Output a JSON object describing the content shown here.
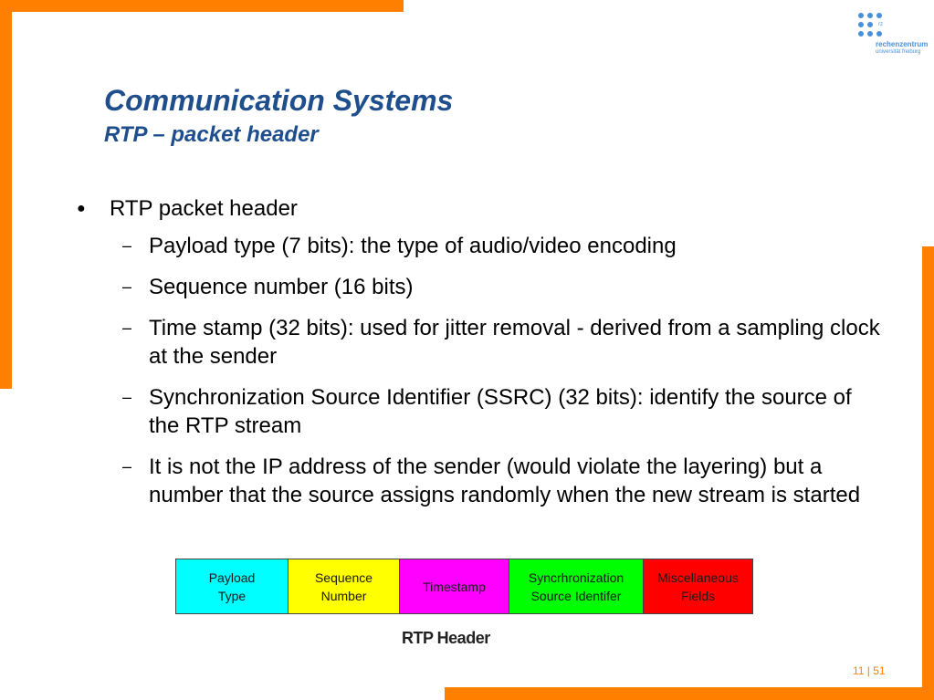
{
  "slide": {
    "title": "Communication Systems",
    "subtitle": "RTP – packet header",
    "bullet": "RTP packet header",
    "sub_bullets": [
      "Payload type (7 bits): the type of audio/video encoding",
      "Sequence number (16 bits)",
      "Time stamp (32 bits): used for jitter removal - derived from a sampling clock at the sender",
      "Synchronization Source Identifier (SSRC) (32 bits): identify the source of the RTP stream",
      "It is not the IP address of the sender (would violate the layering) but a number that the source assigns randomly when the new stream is started"
    ],
    "bullet_marker": "●",
    "dash_marker": "–"
  },
  "logo": {
    "short": "rz",
    "line1": "rechenzentrum",
    "line2": "universität freiburg"
  },
  "rtp_header": {
    "fields": [
      {
        "label": "Payload\nType",
        "color": "#00ffff"
      },
      {
        "label": "Sequence\nNumber",
        "color": "#ffff00"
      },
      {
        "label": "Timestamp",
        "color": "#ff00ff"
      },
      {
        "label": "Syncrhronization\nSource Identifer",
        "color": "#00ff00"
      },
      {
        "label": "Miscellaneous\nFields",
        "color": "#ff0000"
      }
    ],
    "caption": "RTP Header"
  },
  "page": {
    "current": "11",
    "separator": "|",
    "total": "51",
    "label": "11 | 51"
  },
  "colors": {
    "accent": "#ff8000",
    "title": "#1f4e8c",
    "logo": "#4a90d9"
  }
}
